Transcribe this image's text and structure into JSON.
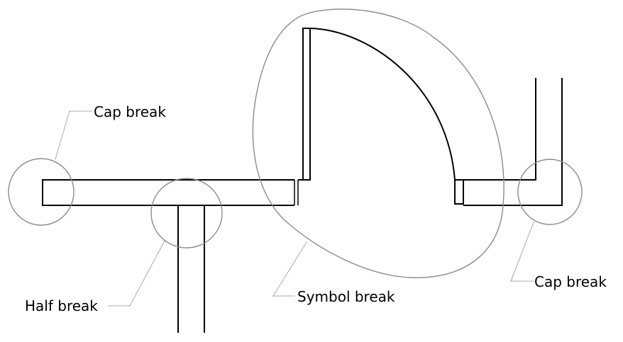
{
  "labels": {
    "cap_break_left": "Cap break",
    "half_break": "Half break",
    "symbol_break": "Symbol break",
    "cap_break_right": "Cap break"
  },
  "colors": {
    "pipe": "#000000",
    "highlight": "#8c8c8c",
    "background": "#ffffff"
  }
}
